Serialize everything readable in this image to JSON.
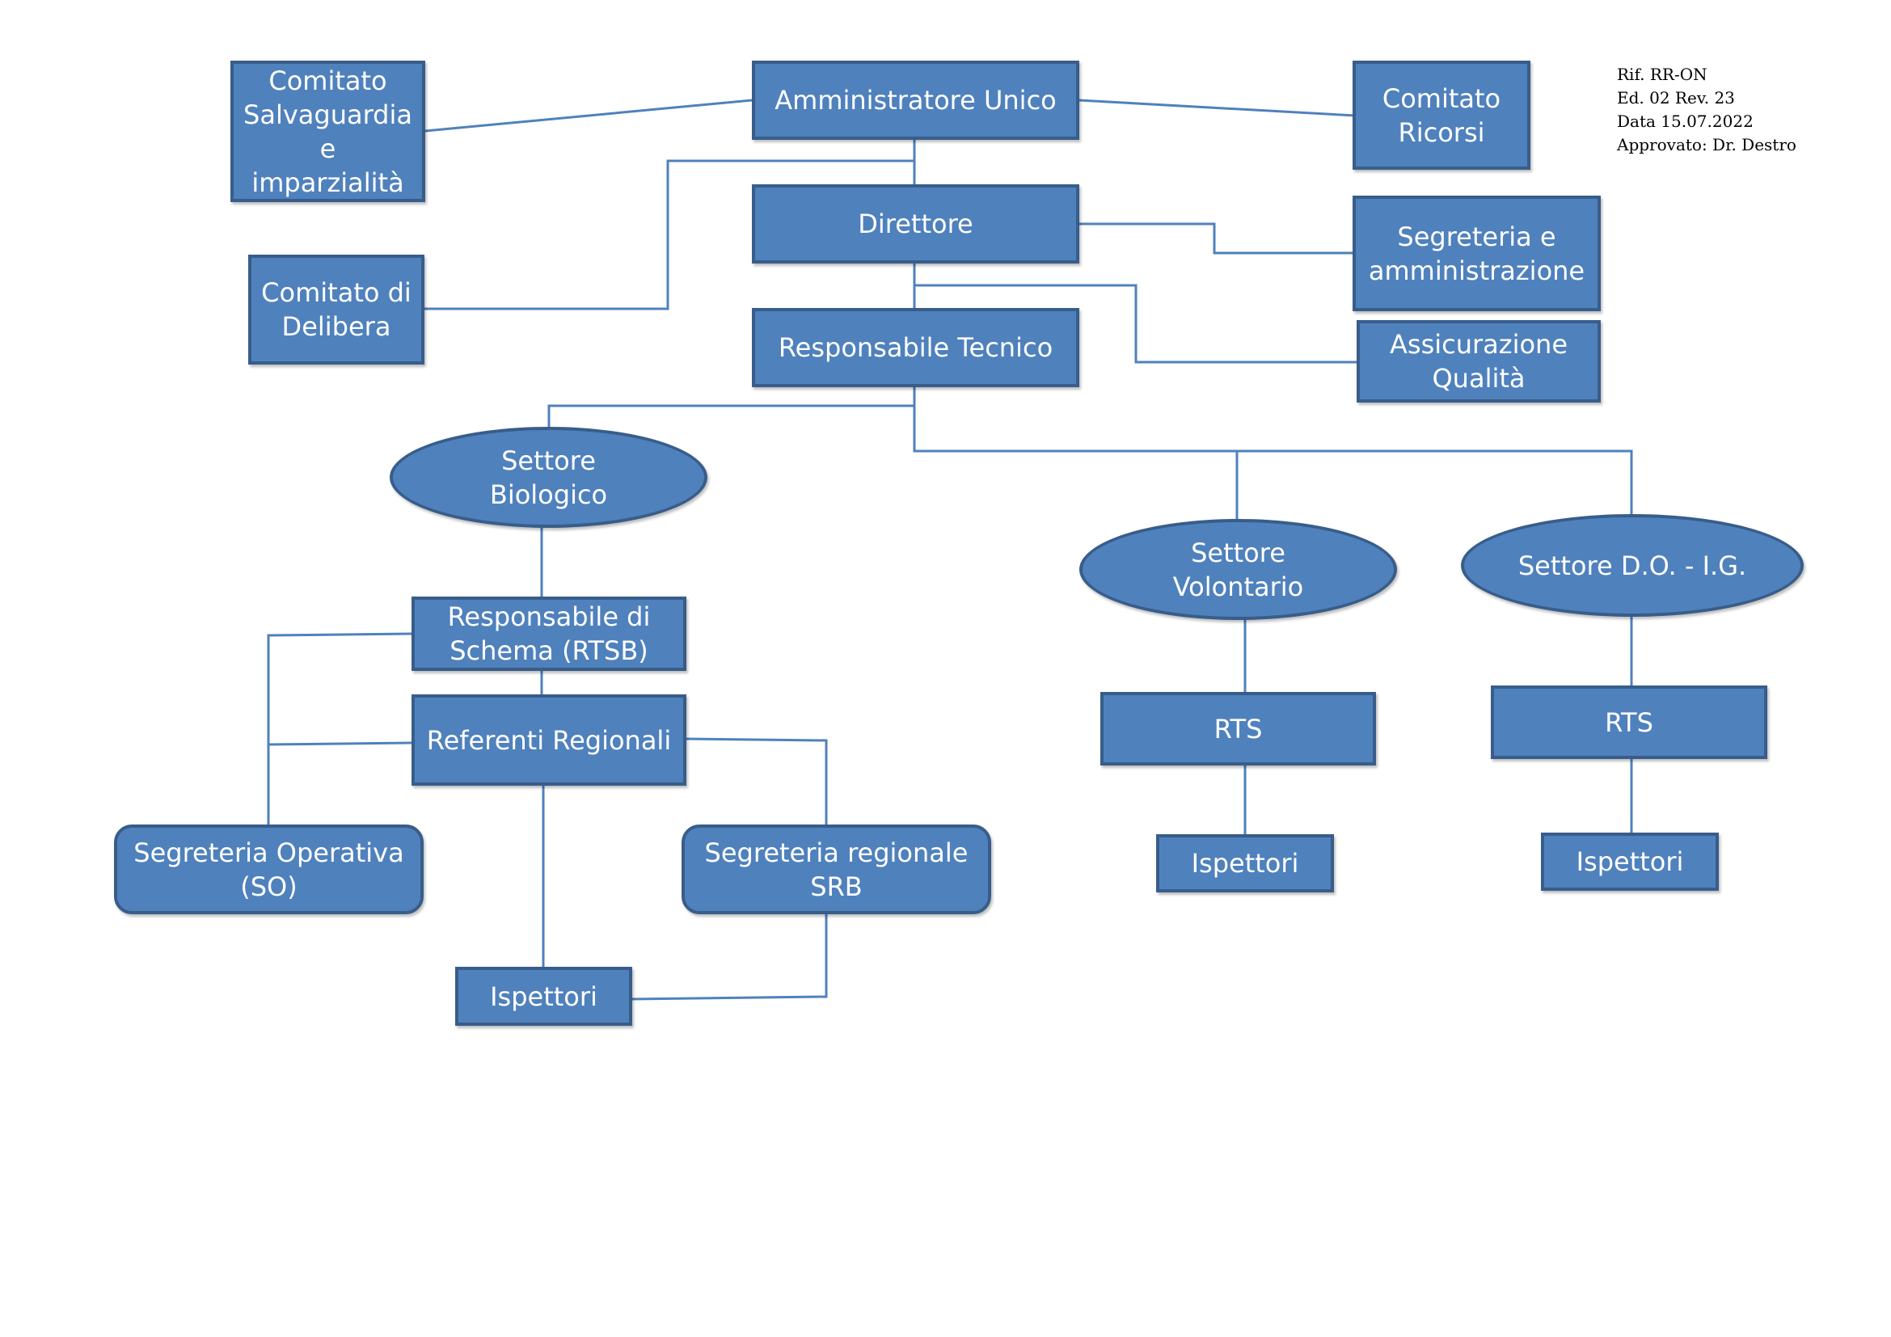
{
  "colors": {
    "node_fill": "#4F81BD",
    "node_border": "#385D8A",
    "connector": "#4F81BD"
  },
  "reference": {
    "rif": "Rif. RR-ON",
    "edizione": "Ed. 02  Rev. 23",
    "data": "Data 15.07.2022",
    "approvato": "Approvato: Dr. Destro"
  },
  "nodes": {
    "comitato_salvaguardia": "Comitato\nSalvaguardia\ne\nimparzialità",
    "amministratore_unico": "Amministratore Unico",
    "comitato_ricorsi": "Comitato\nRicorsi",
    "direttore": "Direttore",
    "segreteria_amministrazione": "Segreteria e\namministrazione",
    "comitato_delibera": "Comitato di\nDelibera",
    "responsabile_tecnico": "Responsabile Tecnico",
    "assicurazione_qualita": "Assicurazione\nQualità",
    "settore_biologico": "Settore\nBiologico",
    "settore_volontario": "Settore\nVolontario",
    "settore_do_ig": "Settore D.O. - I.G.",
    "responsabile_schema": "Responsabile di\nSchema (RTSB)",
    "referenti_regionali": "Referenti Regionali",
    "segreteria_operativa": "Segreteria Operativa\n(SO)",
    "segreteria_regionale": "Segreteria regionale\nSRB",
    "ispettori_bio": "Ispettori",
    "rts_volontario": "RTS",
    "ispettori_volontario": "Ispettori",
    "rts_do_ig": "RTS",
    "ispettori_do_ig": "Ispettori"
  }
}
